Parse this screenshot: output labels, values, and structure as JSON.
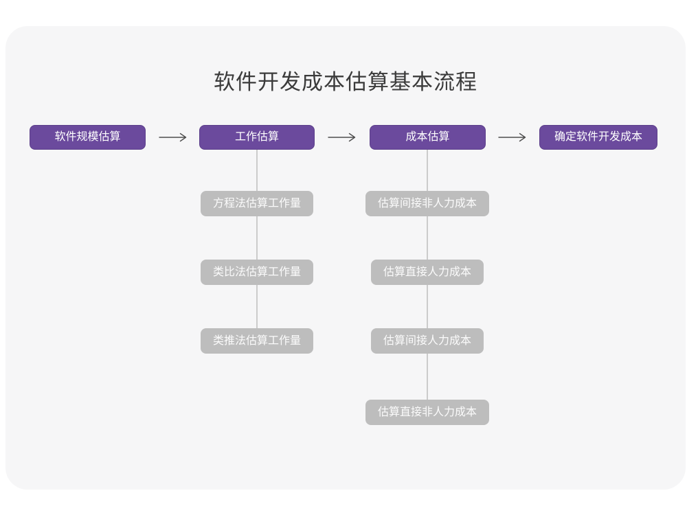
{
  "title": "软件开发成本估算基本流程",
  "colors": {
    "page_background": "#ffffff",
    "card_background": "#f6f6f7",
    "stage_fill": "#6b4a9d",
    "stage_border": "#5c3f8a",
    "stage_text": "#ffffff",
    "substep_fill": "#bdbdbd",
    "substep_text": "#fbfbfb",
    "arrow": "#4d4d4d",
    "connector": "#cbcbcb",
    "title_text": "#3b3b3b"
  },
  "flow": {
    "stages": [
      {
        "label": "软件规模估算"
      },
      {
        "label": "工作估算"
      },
      {
        "label": "成本估算"
      },
      {
        "label": "确定软件开发成本"
      }
    ],
    "work_estimation_methods": [
      "方程法估算工作量",
      "类比法估算工作量",
      "类推法估算工作量"
    ],
    "cost_estimation_steps": [
      "估算间接非人力成本",
      "估算直接人力成本",
      "估算间接人力成本",
      "估算直接非人力成本"
    ]
  }
}
